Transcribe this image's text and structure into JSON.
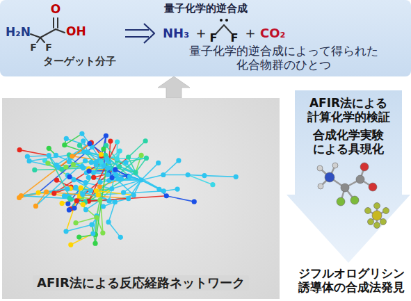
{
  "diagram": {
    "nodes": [
      {
        "text": [
          "量子化学的逆合成"
        ]
      },
      {
        "text": [
          "AFIR法による反応経路ネットワーク"
        ]
      },
      {
        "text": [
          "AFIR法による 計算化学的検証",
          "合成化学実験 による具現化"
        ]
      }
    ],
    "edges": [
      {
        "from": 1,
        "to": 0,
        "arrow": "to"
      }
    ],
    "labels": [
      "H₂N",
      "O",
      "OH",
      "F",
      "F",
      "ターゲット分子",
      "NH₃",
      "+",
      "F",
      "F",
      "+",
      "CO₂",
      "量子化学的逆合成によって得られた 化合物群のひとつ",
      "ジフルオログリシン 誘導体の合成法発見"
    ]
  }
}
